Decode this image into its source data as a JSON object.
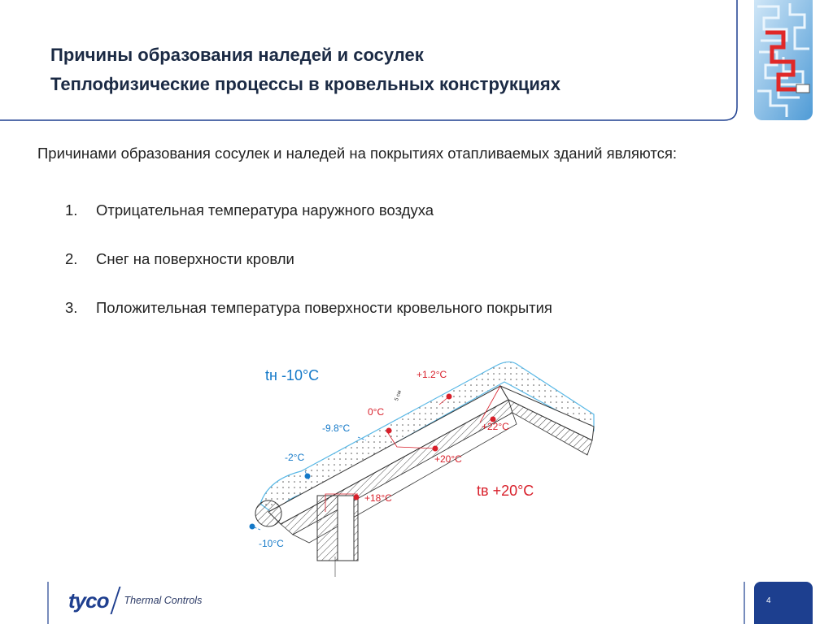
{
  "title": {
    "line1": "Причины образования наледей и сосулек",
    "line2": "Теплофизические процессы в кровельных конструкциях"
  },
  "intro": "Причинами образования сосулек и наледей на покрытиях отапливаемых зданий являются:",
  "list": [
    {
      "num": "1.",
      "text": "Отрицательная температура наружного воздуха"
    },
    {
      "num": "2.",
      "text": "Снег на поверхности кровли"
    },
    {
      "num": "3.",
      "text": "Положительная температура поверхности кровельного покрытия"
    }
  ],
  "diagram": {
    "outside_temp": "tн -10°C",
    "inside_temp": "tв +20°C",
    "points": {
      "p1": "+1.2°C",
      "p2": "0°C",
      "p3": "-9.8°C",
      "p4": "-2°C",
      "p5": "-10°C",
      "p6": "+22°C",
      "p7": "+20°C",
      "p8": "+18°C"
    },
    "dimension": "5 см"
  },
  "footer": {
    "logo_text": "tyco",
    "brand": "Thermal Controls",
    "page_number": "4"
  },
  "colors": {
    "title": "#1b2a44",
    "accent_blue": "#1d3f8f",
    "red_label": "#d81f2a",
    "blue_label": "#1479c8"
  }
}
